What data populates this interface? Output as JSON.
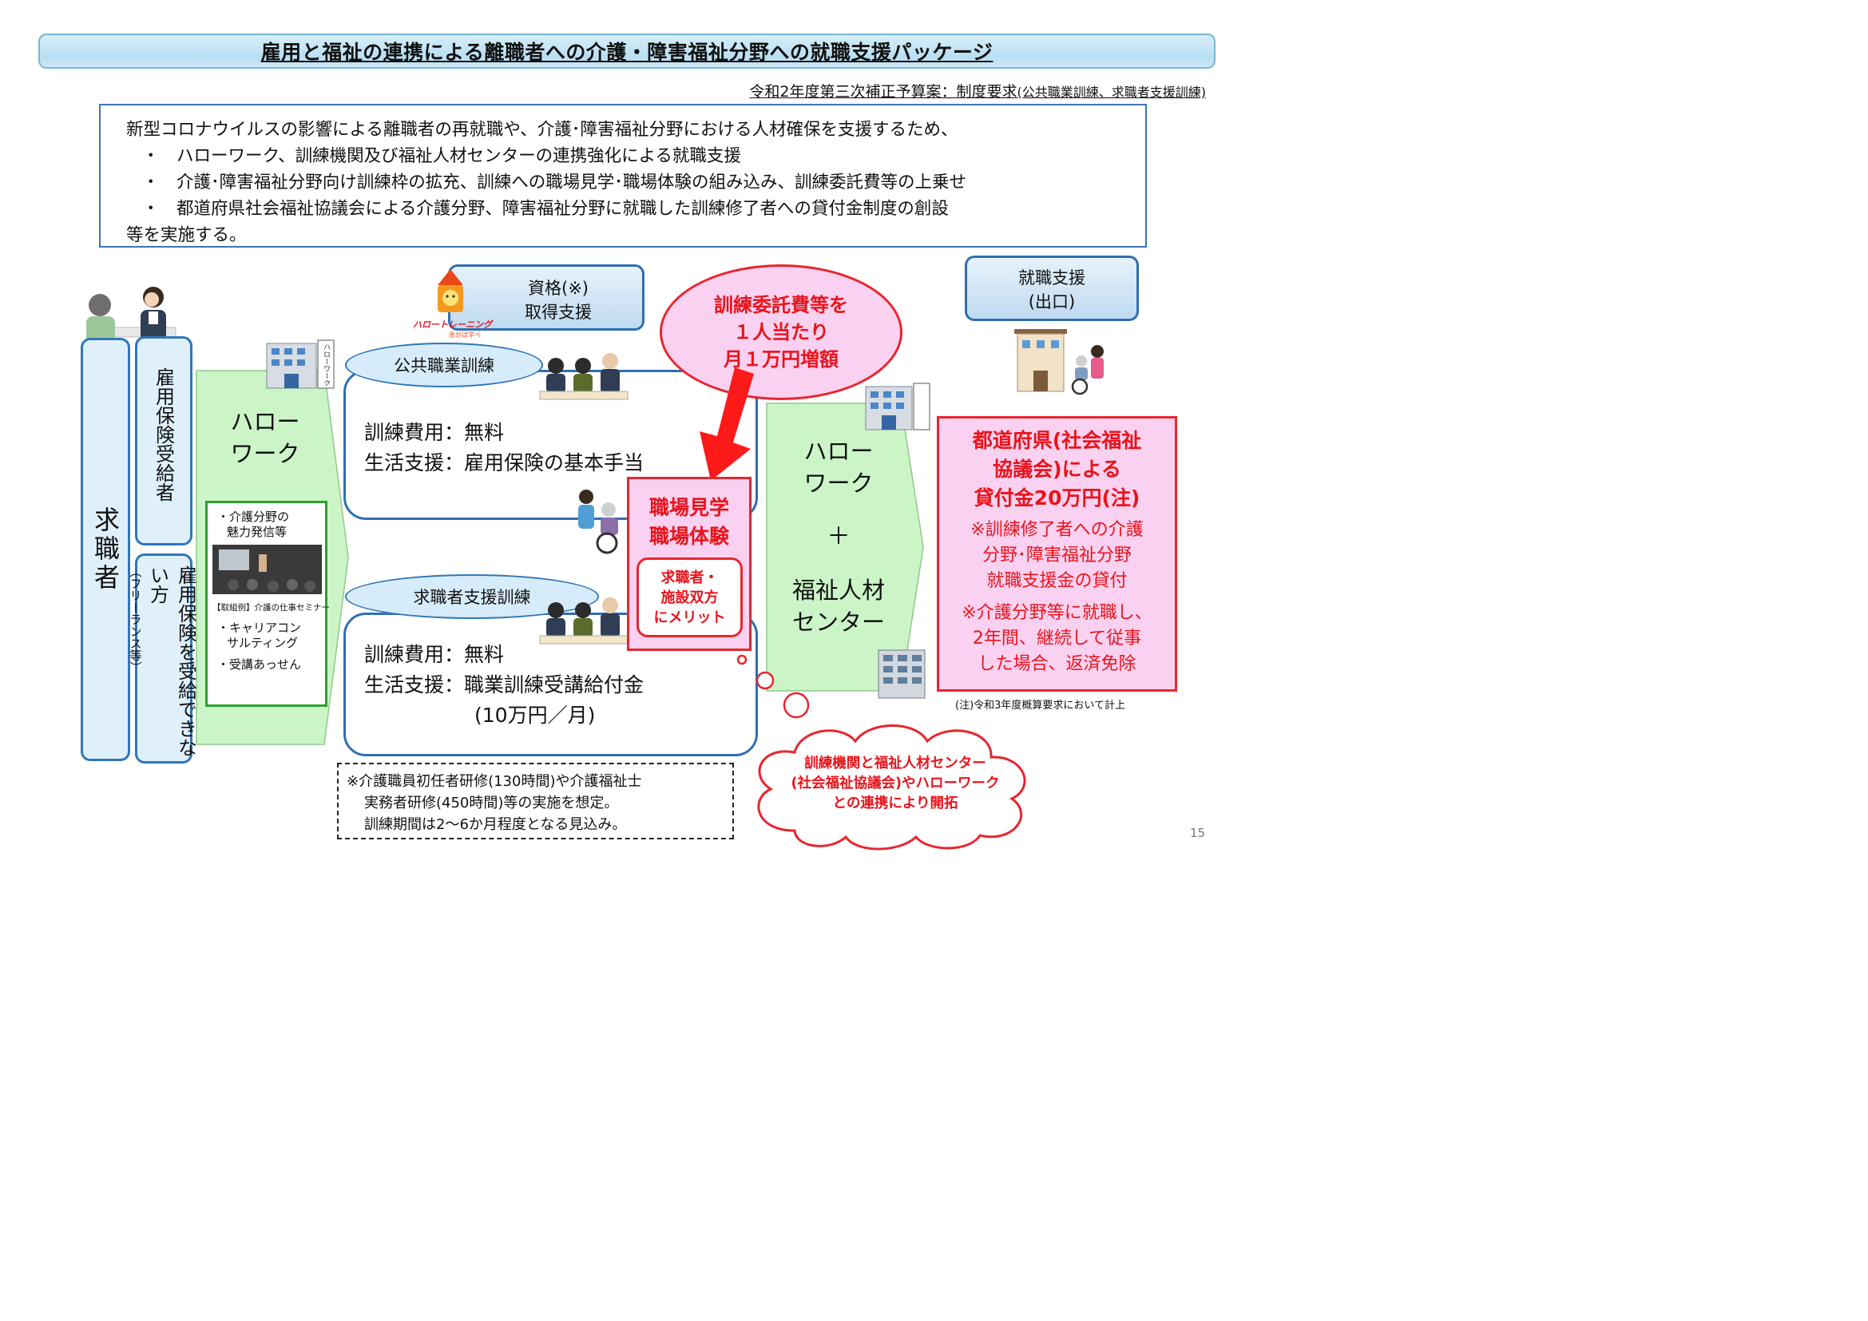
{
  "title": "雇用と福祉の連携による離職者への介護・障害福祉分野への就職支援パッケージ",
  "budget": {
    "main": "令和2年度第三次補正予算案：制度要求",
    "sub": "(公共職業訓練、求職者支援訓練)"
  },
  "intro": {
    "lead": "新型コロナウイルスの影響による離職者の再就職や、介護･障害福祉分野における人材確保を支援するため、",
    "bullets": [
      "・　ハローワーク、訓練機関及び福祉人材センターの連携強化による就職支援",
      "・　介護･障害福祉分野向け訓練枠の拡充、訓練への職場見学･職場体験の組み込み、訓練委託費等の上乗せ",
      "・　都道府県社会福祉協議会による介護分野、障害福祉分野に就職した訓練修了者への貸付金制度の創設"
    ],
    "tail": "等を実施する。"
  },
  "left": {
    "job_seeker": "求職者",
    "insured": "雇用保険受給者",
    "not_insured": "雇用保険を受給できない方",
    "not_insured_note": "（フリーランス等）"
  },
  "hw1": {
    "label_line1": "ハロー",
    "label_line2": "ワーク",
    "sign": "ハローワーク",
    "green_items": {
      "item1": "・介護分野の",
      "item1b": "魅力発信等",
      "example": "【取組例】介護の仕事セミナー",
      "item2": "・キャリアコン",
      "item2b": "サルティング",
      "item3": "・受講あっせん"
    }
  },
  "qual": {
    "line1": "資格(※)",
    "line2": "取得支援",
    "mascot": "ハロートレーニング",
    "mascot_sub": "急がば学べ"
  },
  "public_training": {
    "name": "公共職業訓練",
    "cost": "訓練費用：無料",
    "living": "生活支援：雇用保険の基本手当"
  },
  "seeker_training": {
    "name": "求職者支援訓練",
    "cost": "訓練費用：無料",
    "living": "生活支援：職業訓練受講給付金",
    "amount": "(10万円／月)"
  },
  "bubble": {
    "line1": "訓練委託費等を",
    "line2": "１人当たり",
    "line3": "月１万円増額"
  },
  "workplace": {
    "line1": "職場見学",
    "line2": "職場体験",
    "merit1": "求職者・",
    "merit2": "施設双方",
    "merit3": "にメリット"
  },
  "note_box": {
    "line1": "※介護職員初任者研修(130時間)や介護福祉士",
    "line2": "実務者研修(450時間)等の実施を想定。",
    "line3": "訓練期間は2～6か月程度となる見込み。"
  },
  "hw2": {
    "line1": "ハロー",
    "line2": "ワーク",
    "plus": "＋",
    "line3": "福祉人材",
    "line4": "センター"
  },
  "exit": {
    "line1": "就職支援",
    "line2": "(出口)"
  },
  "loan": {
    "l1": "都道府県(社会福祉",
    "l2": "協議会)による",
    "l3": "貸付金20万円(注)",
    "n1": "※訓練修了者への介護",
    "n2": "分野･障害福祉分野",
    "n3": "就職支援金の貸付",
    "n4": "※介護分野等に就職し、",
    "n5": "2年間、継続して従事",
    "n6": "した場合、返済免除"
  },
  "loan_note": "(注)令和3年度概算要求において計上",
  "cloud": {
    "l1": "訓練機関と福祉人材センター",
    "l2": "(社会福祉協議会)やハローワーク",
    "l3": "との連携により開拓"
  },
  "page_number": "15",
  "colors": {
    "accent_blue": "#2f77b8",
    "red": "#e8141b",
    "pink": "#fbd1f1",
    "green": "#ccf5c7"
  }
}
